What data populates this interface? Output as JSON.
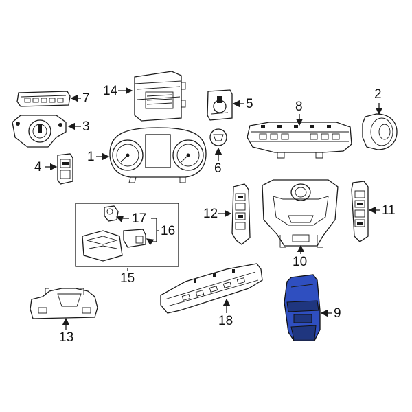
{
  "diagram": {
    "highlight_color": "#2f4fc0",
    "callouts": [
      {
        "id": "1",
        "label": "1"
      },
      {
        "id": "2",
        "label": "2"
      },
      {
        "id": "3",
        "label": "3"
      },
      {
        "id": "4",
        "label": "4"
      },
      {
        "id": "5",
        "label": "5"
      },
      {
        "id": "6",
        "label": "6"
      },
      {
        "id": "7",
        "label": "7"
      },
      {
        "id": "8",
        "label": "8"
      },
      {
        "id": "9",
        "label": "9",
        "highlighted": true
      },
      {
        "id": "10",
        "label": "10"
      },
      {
        "id": "11",
        "label": "11"
      },
      {
        "id": "12",
        "label": "12"
      },
      {
        "id": "13",
        "label": "13"
      },
      {
        "id": "14",
        "label": "14"
      },
      {
        "id": "15",
        "label": "15"
      },
      {
        "id": "16",
        "label": "16"
      },
      {
        "id": "17",
        "label": "17"
      },
      {
        "id": "18",
        "label": "18"
      }
    ]
  }
}
